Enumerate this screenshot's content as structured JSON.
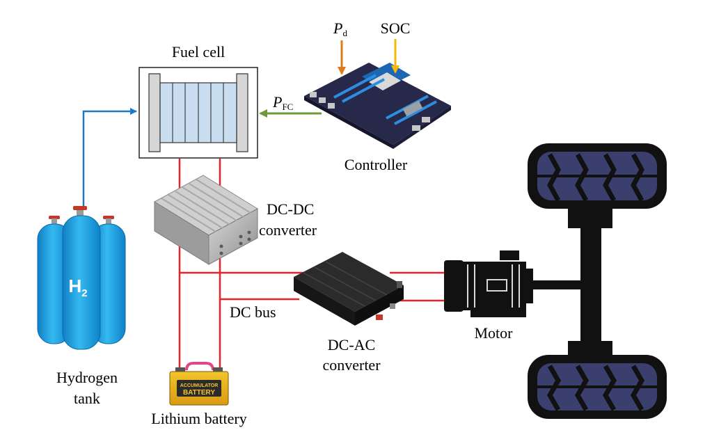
{
  "labels": {
    "fuel_cell": "Fuel cell",
    "controller": "Controller",
    "dc_dc_line1": "DC-DC",
    "dc_dc_line2": "converter",
    "dc_bus": "DC bus",
    "dc_ac_line1": "DC-AC",
    "dc_ac_line2": "converter",
    "motor": "Motor",
    "hydrogen_line1": "Hydrogen",
    "hydrogen_line2": "tank",
    "lithium_battery": "Lithium battery",
    "h2_main": "H",
    "h2_sub": "2",
    "battery_top": "ACCUMULATOR",
    "battery_main": "BATTERY"
  },
  "signals": {
    "pd_main": "P",
    "pd_sub": "d",
    "soc": "SOC",
    "pfc_main": "P",
    "pfc_sub": "FC"
  },
  "colors": {
    "power_line": "#e8232a",
    "hydrogen_line": "#1f78c8",
    "pd_arrow": "#e07a1f",
    "soc_arrow": "#f5b80a",
    "pfc_arrow": "#6f9a3a",
    "tank": "#1aa4e6",
    "cell_fill": "#c9ddf1",
    "tire": "#111111",
    "tread": "#3b3f6e"
  }
}
